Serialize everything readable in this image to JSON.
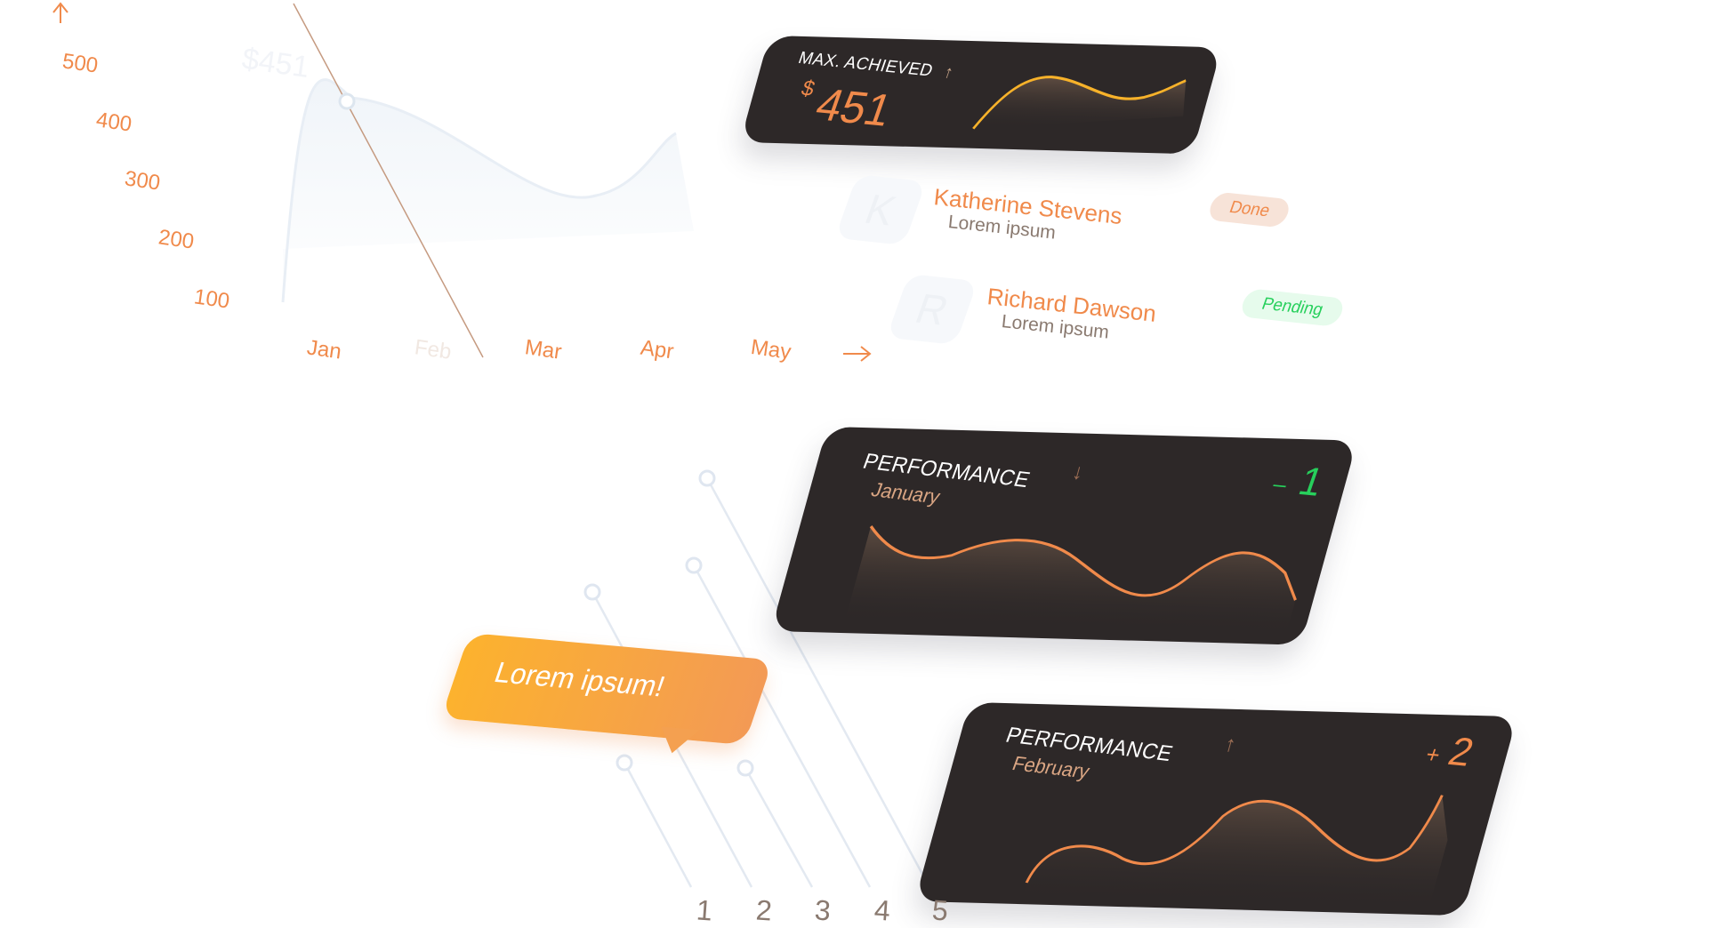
{
  "bg_chart": {
    "y_ticks": [
      "500",
      "400",
      "300",
      "200",
      "100"
    ],
    "x_ticks": [
      "Jan",
      "Feb",
      "Mar",
      "Apr",
      "May"
    ],
    "peak_label": "$451",
    "avatar_letters": [
      "K",
      "R"
    ]
  },
  "max_card": {
    "title": "MAX. ACHIEVED",
    "currency": "$",
    "value": "451"
  },
  "people": [
    {
      "initial": "K",
      "name": "Katherine Stevens",
      "sub": "Lorem ipsum",
      "status": "Done",
      "status_color": "#f08a4b",
      "status_bg": "#f7e3d8"
    },
    {
      "initial": "R",
      "name": "Richard Dawson",
      "sub": "Lorem ipsum",
      "status": "Pending",
      "status_color": "#27d05c",
      "status_bg": "#e6fbec"
    }
  ],
  "perf_cards": [
    {
      "title": "PERFORMANCE",
      "period": "January",
      "delta_sign": "–",
      "delta_value": "1",
      "delta_color": "#27d05c",
      "trend": "down"
    },
    {
      "title": "PERFORMANCE",
      "period": "February",
      "delta_sign": "+",
      "delta_value": "2",
      "delta_color": "#f08a4b",
      "trend": "up"
    }
  ],
  "bubble": {
    "text": "Lorem ipsum!"
  },
  "steps": [
    "1",
    "2",
    "3",
    "4",
    "5"
  ],
  "colors": {
    "accent": "#f08a4b",
    "card": "#2d2828",
    "positive": "#27d05c",
    "line_light": "#dfe6f0"
  }
}
